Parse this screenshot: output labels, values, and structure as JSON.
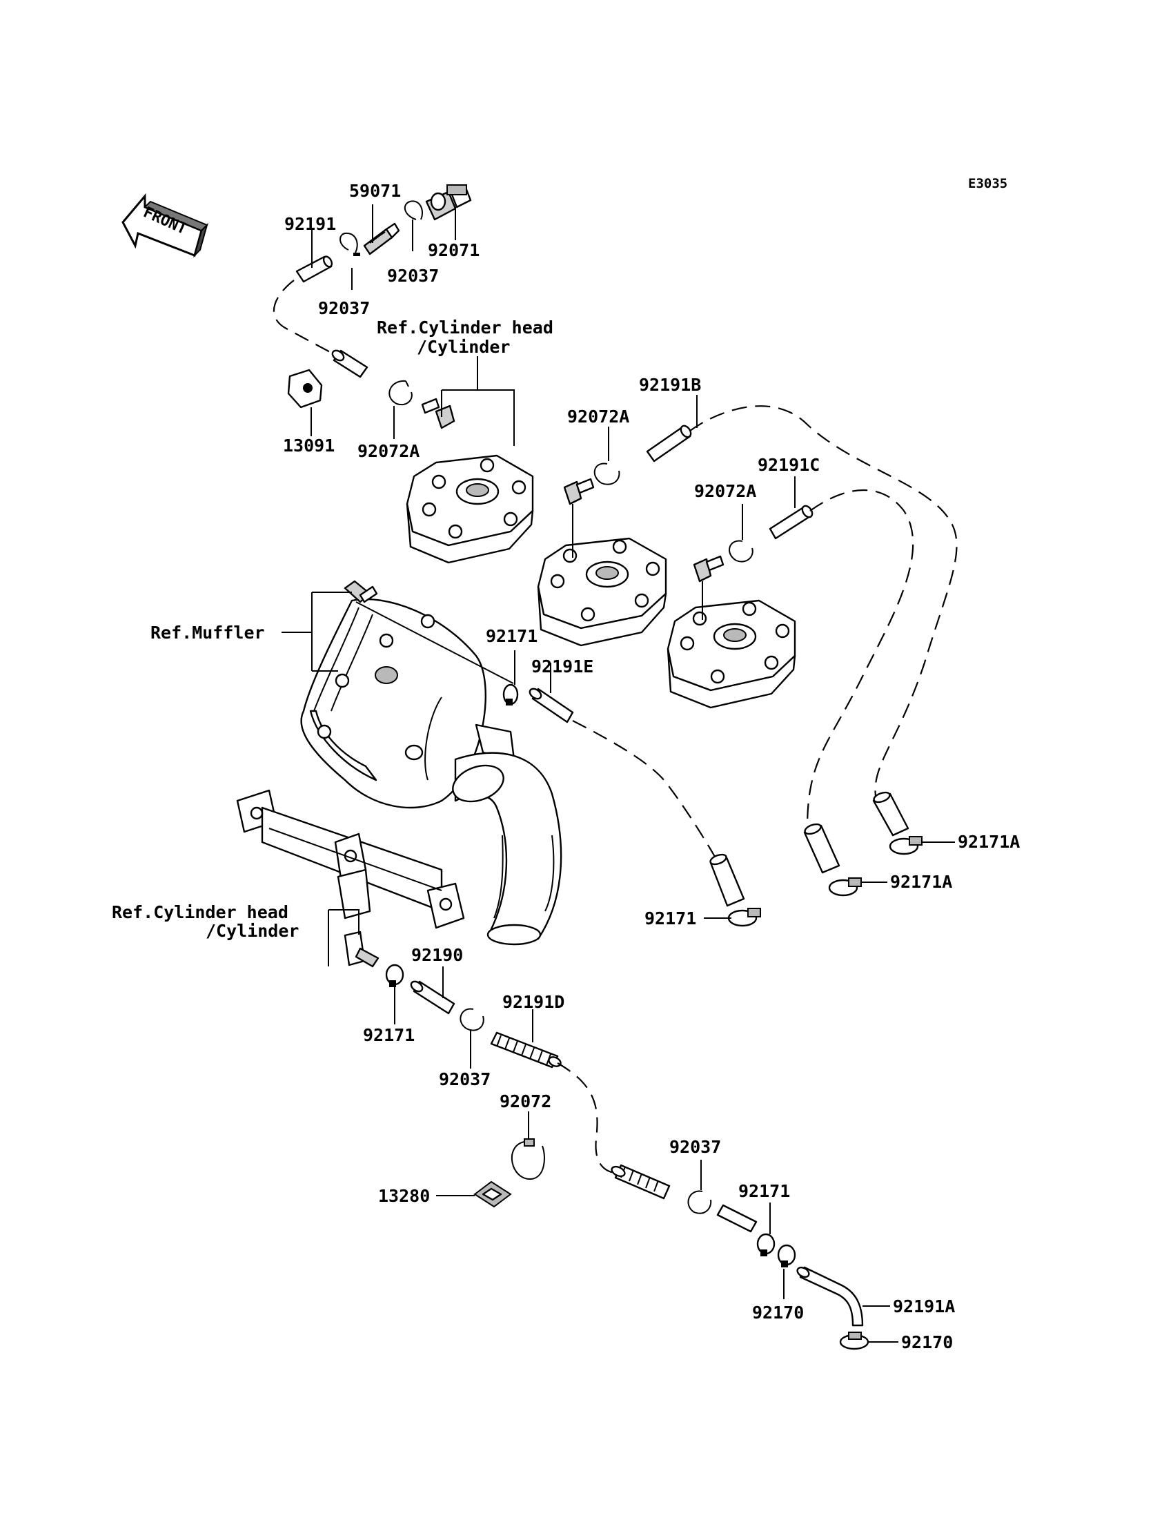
{
  "diagram_code": "E3035",
  "front_label": "FRONT",
  "refs": {
    "cyl_head_top_1": "Ref.Cylinder head",
    "cyl_head_top_2": "/Cylinder",
    "muffler": "Ref.Muffler",
    "cyl_head_bottom_1": "Ref.Cylinder head",
    "cyl_head_bottom_2": "/Cylinder"
  },
  "parts": {
    "p59071": "59071",
    "p92191_top": "92191",
    "p92037_a": "92037",
    "p92037_b": "92037",
    "p92071": "92071",
    "p13091": "13091",
    "p92072A_a": "92072A",
    "p92072A_b": "92072A",
    "p92072A_c": "92072A",
    "p92191B": "92191B",
    "p92191C": "92191C",
    "p92171_a": "92171",
    "p92191E": "92191E",
    "p92171A_a": "92171A",
    "p92171A_b": "92171A",
    "p92171_b": "92171",
    "p92190": "92190",
    "p92191D": "92191D",
    "p92171_c": "92171",
    "p92037_c": "92037",
    "p92072": "92072",
    "p13280": "13280",
    "p92037_d": "92037",
    "p92171_d": "92171",
    "p92170_a": "92170",
    "p92191A": "92191A",
    "p92170_b": "92170"
  }
}
